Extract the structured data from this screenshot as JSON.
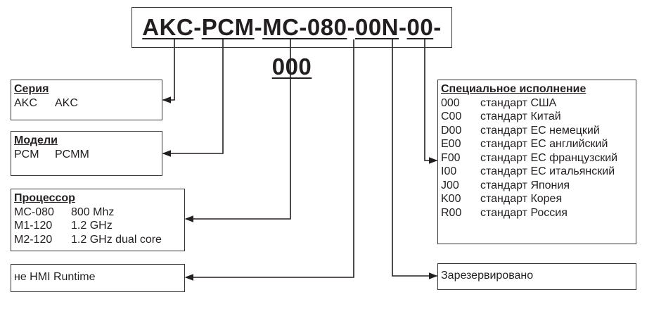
{
  "code": {
    "segments": [
      "AKC",
      "PCM",
      "MC-080",
      "00N",
      "00",
      "000"
    ],
    "separator": "-"
  },
  "series": {
    "title": "Серия",
    "rows": [
      [
        "AKC",
        "AKC"
      ]
    ]
  },
  "models": {
    "title": "Модели",
    "rows": [
      [
        "PCM",
        "PCMM"
      ]
    ]
  },
  "processor": {
    "title": "Процессор",
    "rows": [
      [
        "MC-080",
        "800 Mhz"
      ],
      [
        "M1-120",
        "1.2 GHz"
      ],
      [
        "M2-120",
        "1.2 GHz dual core"
      ]
    ]
  },
  "hmi": {
    "text": "не HMI Runtime"
  },
  "special": {
    "title": "Специальное исполнение",
    "rows": [
      [
        "000",
        "стандарт США"
      ],
      [
        "C00",
        "стандарт Китай"
      ],
      [
        "D00",
        "стандарт ЕС немецкий"
      ],
      [
        "E00",
        "стандарт ЕС английский"
      ],
      [
        "F00",
        "стандарт ЕС французский"
      ],
      [
        "I00",
        "стандарт ЕС итальянский"
      ],
      [
        "J00",
        "стандарт Япония"
      ],
      [
        "K00",
        "стандарт Корея"
      ],
      [
        "R00",
        "стандарт Россия"
      ]
    ]
  },
  "reserved": {
    "text": "Зарезервировано"
  }
}
